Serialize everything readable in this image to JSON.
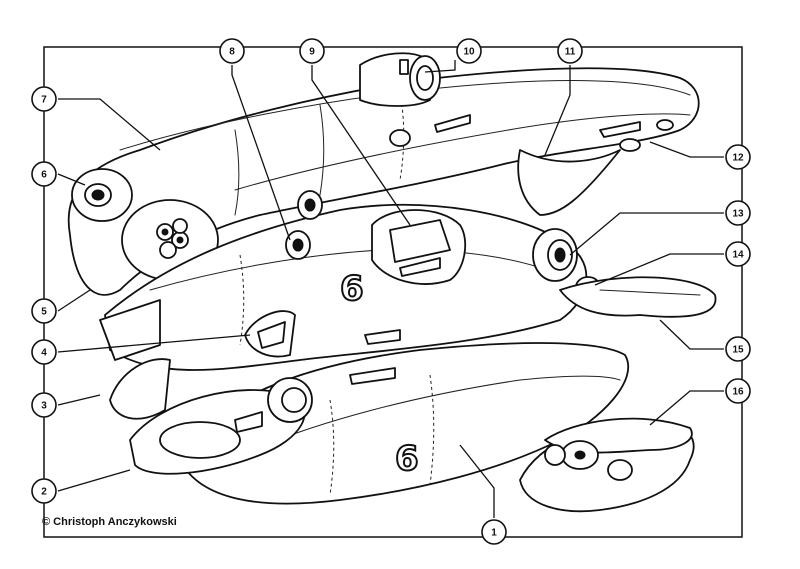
{
  "copyright": "© Christoph Anczykowski",
  "callouts": [
    {
      "id": "1",
      "label": "1"
    },
    {
      "id": "2",
      "label": "2"
    },
    {
      "id": "3",
      "label": "3"
    },
    {
      "id": "4",
      "label": "4"
    },
    {
      "id": "5",
      "label": "5"
    },
    {
      "id": "6",
      "label": "6"
    },
    {
      "id": "7",
      "label": "7"
    },
    {
      "id": "8",
      "label": "8"
    },
    {
      "id": "9",
      "label": "9"
    },
    {
      "id": "10",
      "label": "10"
    },
    {
      "id": "11",
      "label": "11"
    },
    {
      "id": "12",
      "label": "12"
    },
    {
      "id": "13",
      "label": "13"
    },
    {
      "id": "14",
      "label": "14"
    },
    {
      "id": "15",
      "label": "15"
    },
    {
      "id": "16",
      "label": "16"
    }
  ],
  "hull_markings": [
    "6",
    "6"
  ]
}
